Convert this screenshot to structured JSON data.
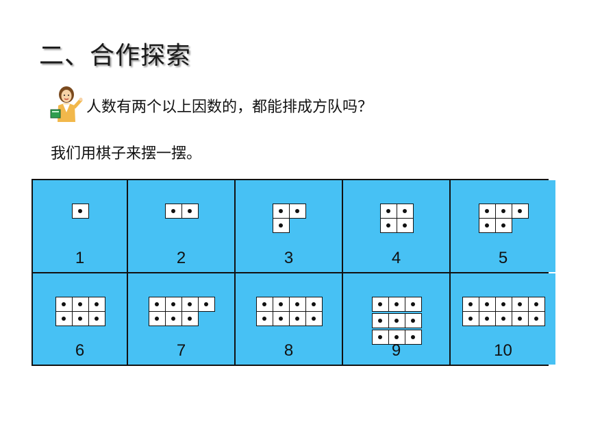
{
  "title": "二、合作探索",
  "question": "人数有两个以上因数的，都能排成方队吗？",
  "instruction": "我们用棋子来摆一摆。",
  "icons": {
    "teacher": "teacher-icon"
  },
  "colors": {
    "cell": "#47c1f4",
    "border": "#111111"
  },
  "cells": [
    {
      "label": "1",
      "rows": [
        1
      ]
    },
    {
      "label": "2",
      "rows": [
        2
      ]
    },
    {
      "label": "3",
      "rows": [
        2,
        1
      ]
    },
    {
      "label": "4",
      "rows": [
        2,
        2
      ]
    },
    {
      "label": "5",
      "rows": [
        3,
        2
      ]
    },
    {
      "label": "6",
      "rows": [
        3,
        3
      ]
    },
    {
      "label": "7",
      "rows": [
        4,
        3
      ]
    },
    {
      "label": "8",
      "rows": [
        4,
        4
      ]
    },
    {
      "label": "9",
      "rows": [
        3,
        3,
        3
      ]
    },
    {
      "label": "10",
      "rows": [
        5,
        5
      ]
    }
  ]
}
